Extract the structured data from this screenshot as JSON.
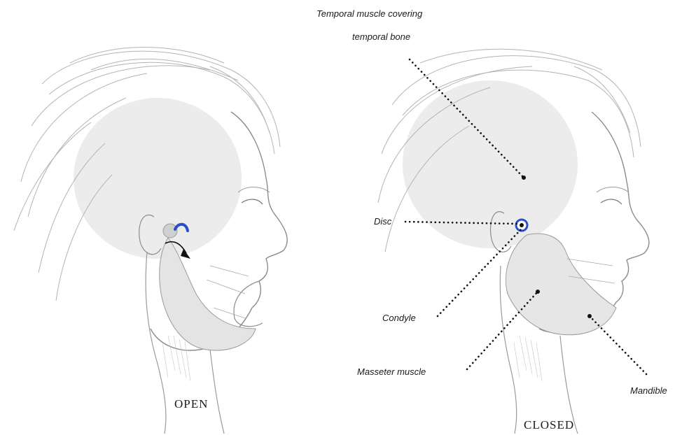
{
  "panels": {
    "open": {
      "caption": "OPEN"
    },
    "closed": {
      "caption": "CLOSED"
    }
  },
  "labels": {
    "temporal_line1": "Temporal muscle covering",
    "temporal_line2": "temporal bone",
    "disc": "Disc",
    "condyle": "Condyle",
    "masseter": "Masseter muscle",
    "mandible": "Mandible"
  },
  "colors": {
    "disc_highlight": "#2b4fc9",
    "sketch_line": "#9a9a9a",
    "skull_fill": "#d9d9d9",
    "leader_dots": "#111111"
  }
}
